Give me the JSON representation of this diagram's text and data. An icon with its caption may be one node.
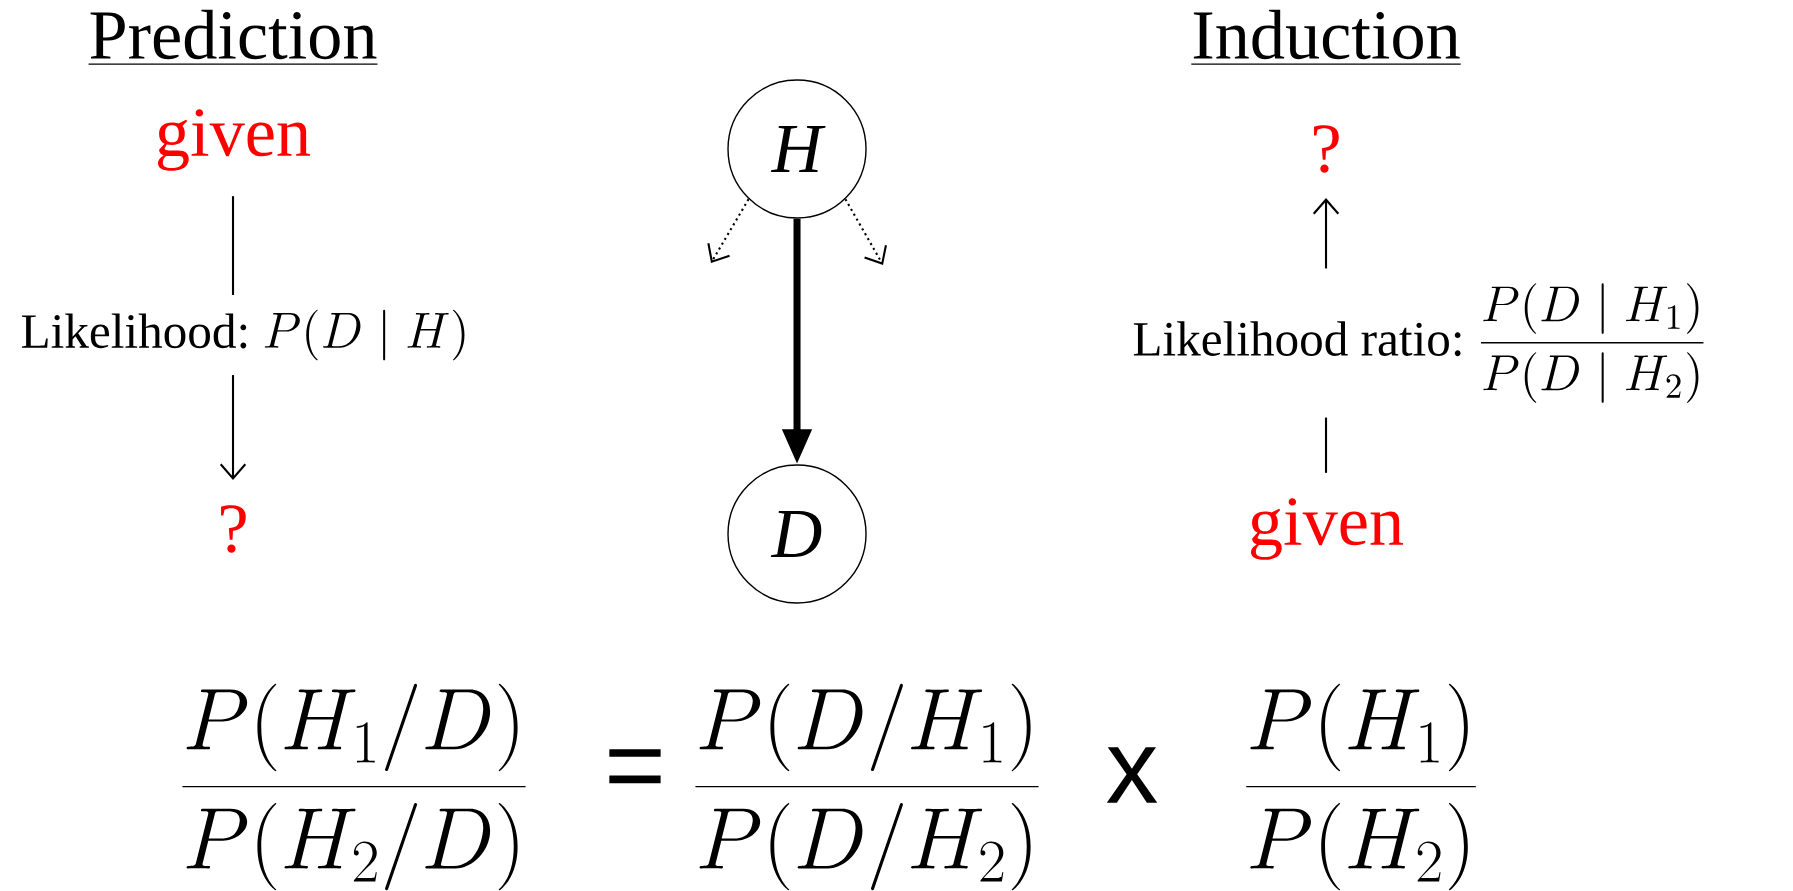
{
  "diagram": {
    "nodes": [
      {
        "text": [
          "given"
        ]
      },
      {
        "text": [
          "Likelihood:",
          "P(D\\mid H)"
        ]
      },
      {
        "text": [
          "?"
        ]
      },
      {
        "text": [
          "H"
        ]
      },
      {
        "text": [
          "D"
        ]
      },
      {
        "text": [
          "?"
        ]
      },
      {
        "text": [
          "Likelihood ratio:",
          "\\frac{P(D\\mid H_1)}{P(D\\mid H_2)}"
        ]
      },
      {
        "text": [
          "given"
        ]
      }
    ],
    "edges": [
      {
        "from": 0,
        "to": 1,
        "arrow": "none"
      },
      {
        "from": 1,
        "to": 2,
        "arrow": "to"
      },
      {
        "from": 3,
        "to": 4,
        "arrow": "to",
        "style": "thick"
      },
      {
        "from": 3,
        "to": null,
        "arrow": "to",
        "style": "dashed"
      },
      {
        "from": 3,
        "to": null,
        "arrow": "to",
        "style": "dashed"
      },
      {
        "from": 6,
        "to": 5,
        "arrow": "to"
      },
      {
        "from": 7,
        "to": 6,
        "arrow": "none"
      }
    ],
    "labels": [
      "Prediction",
      "Induction",
      "\\frac{P(H_1/D)}{P(H_2/D)}",
      "=",
      "\\frac{P(D/H_1)}{P(D/H_2)}",
      "x",
      "\\frac{P(H_1)}{P(H_2)}"
    ]
  }
}
